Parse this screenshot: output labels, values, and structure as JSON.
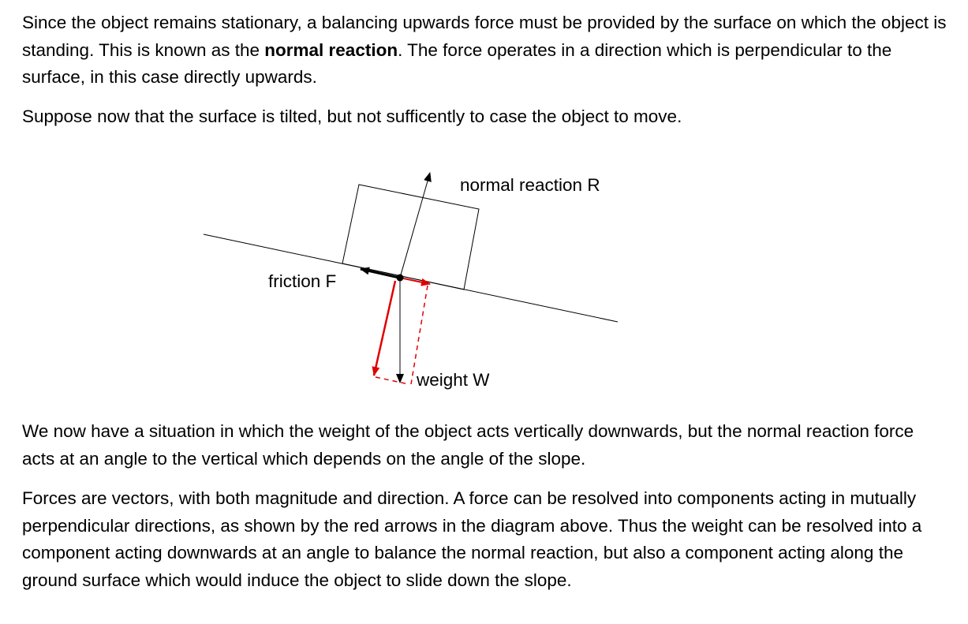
{
  "paragraphs": {
    "p1_part1": "Since the object remains stationary, a balancing upwards force must be provided by the surface on which the object is standing.  This is known as the ",
    "p1_bold": "normal reaction",
    "p1_part2": ".  The force operates in a direction which is perpendicular to the surface, in this case directly upwards.",
    "p2": "Suppose now that the surface is tilted, but not sufficently to case the object to move.",
    "p3": "We now have a situation in which the weight of the object acts vertically downwards, but the normal reaction force acts at an angle to the vertical which depends on the angle of the slope.",
    "p4": "Forces are vectors, with both magnitude and direction.  A force can be resolved into components acting in mutually perpendicular directions, as shown by the red arrows in the diagram above.  Thus the weight can be resolved into a component acting downwards at an angle to balance the normal reaction, but also a component acting along the ground surface which would induce the object to slide down the slope."
  },
  "diagram": {
    "label_normal": "normal reaction R",
    "label_friction": "friction F",
    "label_weight": "weight W",
    "colors": {
      "line": "#000000",
      "component": "#e00000"
    }
  }
}
